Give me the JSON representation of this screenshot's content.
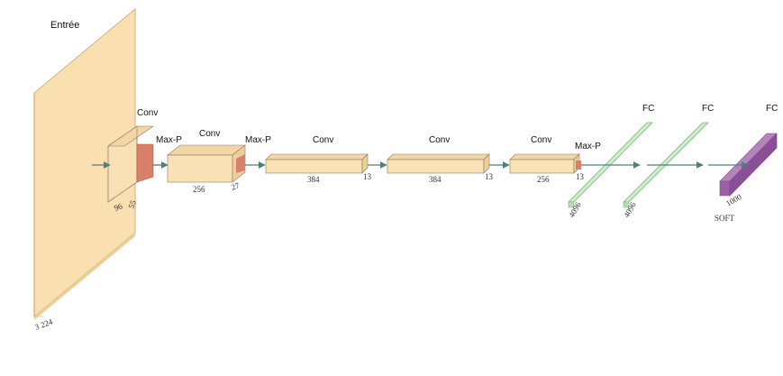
{
  "diagram": {
    "input_label": "Entrée",
    "input_dims": "3 224",
    "layers": [
      {
        "id": "conv1",
        "label": "Conv",
        "bottom": "96",
        "side": "55"
      },
      {
        "id": "pool1",
        "label": "Max-P"
      },
      {
        "id": "conv2",
        "label": "Conv",
        "bottom": "256",
        "side": "27"
      },
      {
        "id": "pool2",
        "label": "Max-P"
      },
      {
        "id": "conv3",
        "label": "Conv",
        "bottom": "384",
        "side": "13"
      },
      {
        "id": "conv4",
        "label": "Conv",
        "bottom": "384",
        "side": "13"
      },
      {
        "id": "conv5",
        "label": "Conv",
        "bottom": "256",
        "side": "13"
      },
      {
        "id": "pool3",
        "label": "Max-P"
      },
      {
        "id": "fc1",
        "label": "FC",
        "size": "4096"
      },
      {
        "id": "fc2",
        "label": "FC",
        "size": "4096"
      },
      {
        "id": "fc3",
        "label": "FC",
        "size": "1000",
        "note": "SOFT"
      }
    ],
    "colors": {
      "volume": "#fbe2b6",
      "volume_edge": "#b89a68",
      "pool": "#d9806b",
      "fc": "#cdeccd",
      "fc_edge": "#7fb27f",
      "soft": "#9b5fa6",
      "arrow": "#4f7f7f"
    }
  }
}
